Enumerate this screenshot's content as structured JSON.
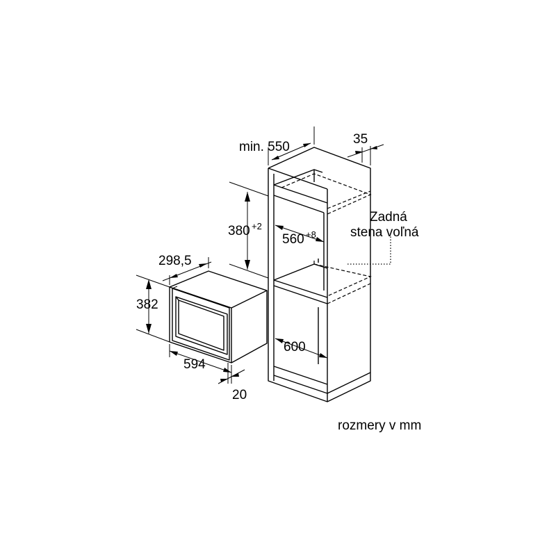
{
  "labels": {
    "niche_width": "min. 550",
    "side_gap": "35",
    "rear_wall_line1": "Zadná",
    "rear_wall_line2": "stena voľná",
    "niche_height": "380",
    "niche_height_tol": "+2",
    "niche_inner_width": "560",
    "niche_inner_width_tol": "+8",
    "niche_depth": "600",
    "appliance_depth": "298,5",
    "appliance_height": "382",
    "appliance_width": "594",
    "front_thickness": "20",
    "units_note": "rozmery v mm"
  }
}
